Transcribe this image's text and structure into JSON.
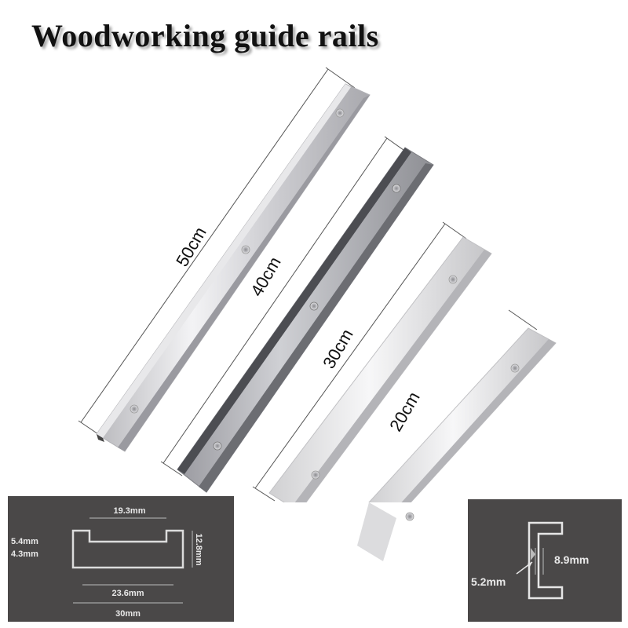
{
  "title": "Woodworking guide rails",
  "rails": [
    {
      "length_label": "50cm"
    },
    {
      "length_label": "40cm"
    },
    {
      "length_label": "30cm"
    },
    {
      "length_label": "20cm"
    }
  ],
  "profile_dimensions": {
    "top_width": "19.3mm",
    "lip_height": "5.4mm",
    "base_thickness": "4.3mm",
    "total_height": "12.8mm",
    "inner_width": "23.6mm",
    "total_width": "30mm"
  },
  "side_dimensions": {
    "slot_opening": "8.9mm",
    "slot_depth": "5.2mm"
  },
  "colors": {
    "inset_background": "#4a4848",
    "dimension_text": "#e9e9e9",
    "rail_metal": "#d8d8da"
  }
}
